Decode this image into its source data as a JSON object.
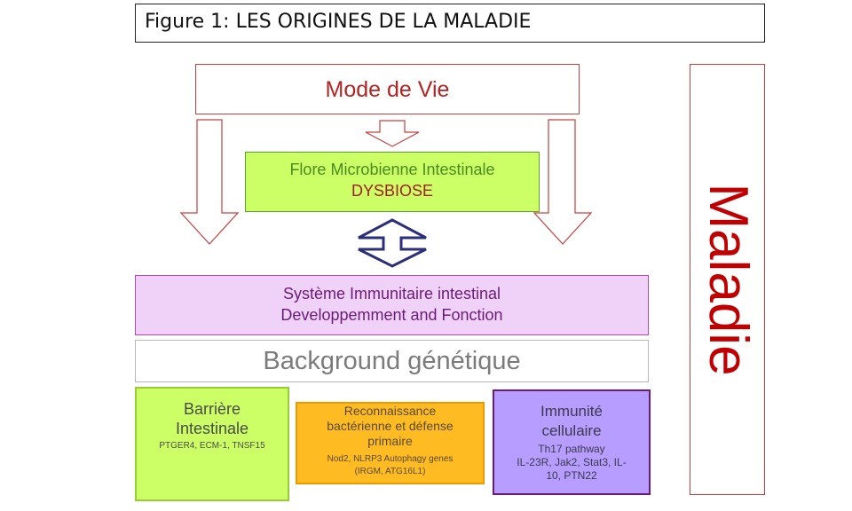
{
  "title": "Figure 1: LES ORIGINES DE LA MALADIE",
  "mode_de_vie": "Mode de Vie",
  "flore": {
    "line1": "Flore Microbienne Intestinale",
    "line2": "DYSBIOSE"
  },
  "systeme": {
    "line1": "Système Immunitaire intestinal",
    "line2": "Developpemment  and Fonction"
  },
  "background": "Background génétique",
  "barriere": {
    "title_line1": "Barrière",
    "title_line2": "Intestinale",
    "genes": "PTGER4, ECM-1, TNSF15"
  },
  "reconnaissance": {
    "title_line1": "Reconnaissance",
    "title_line2": "bactérienne  et défense",
    "title_line3": "primaire",
    "genes_line1": "Nod2,  NLRP3  Autophagy genes",
    "genes_line2": "(IRGM,  ATG16L1)"
  },
  "immunite": {
    "title_line1": "Immunité",
    "title_line2": "cellulaire",
    "sub_line1": "Th17 pathway",
    "sub_line2": "IL-23R, Jak2, Stat3, IL-",
    "sub_line3": "10, PTN22"
  },
  "maladie": "Maladie",
  "colors": {
    "red_outline": "#c44040",
    "navy_arrow": "#2b2f7a",
    "green_fill": "#ccff66",
    "orange_fill": "#ffbb22",
    "purple_fill": "#b79dff",
    "pink_fill": "#f0d2f8"
  }
}
